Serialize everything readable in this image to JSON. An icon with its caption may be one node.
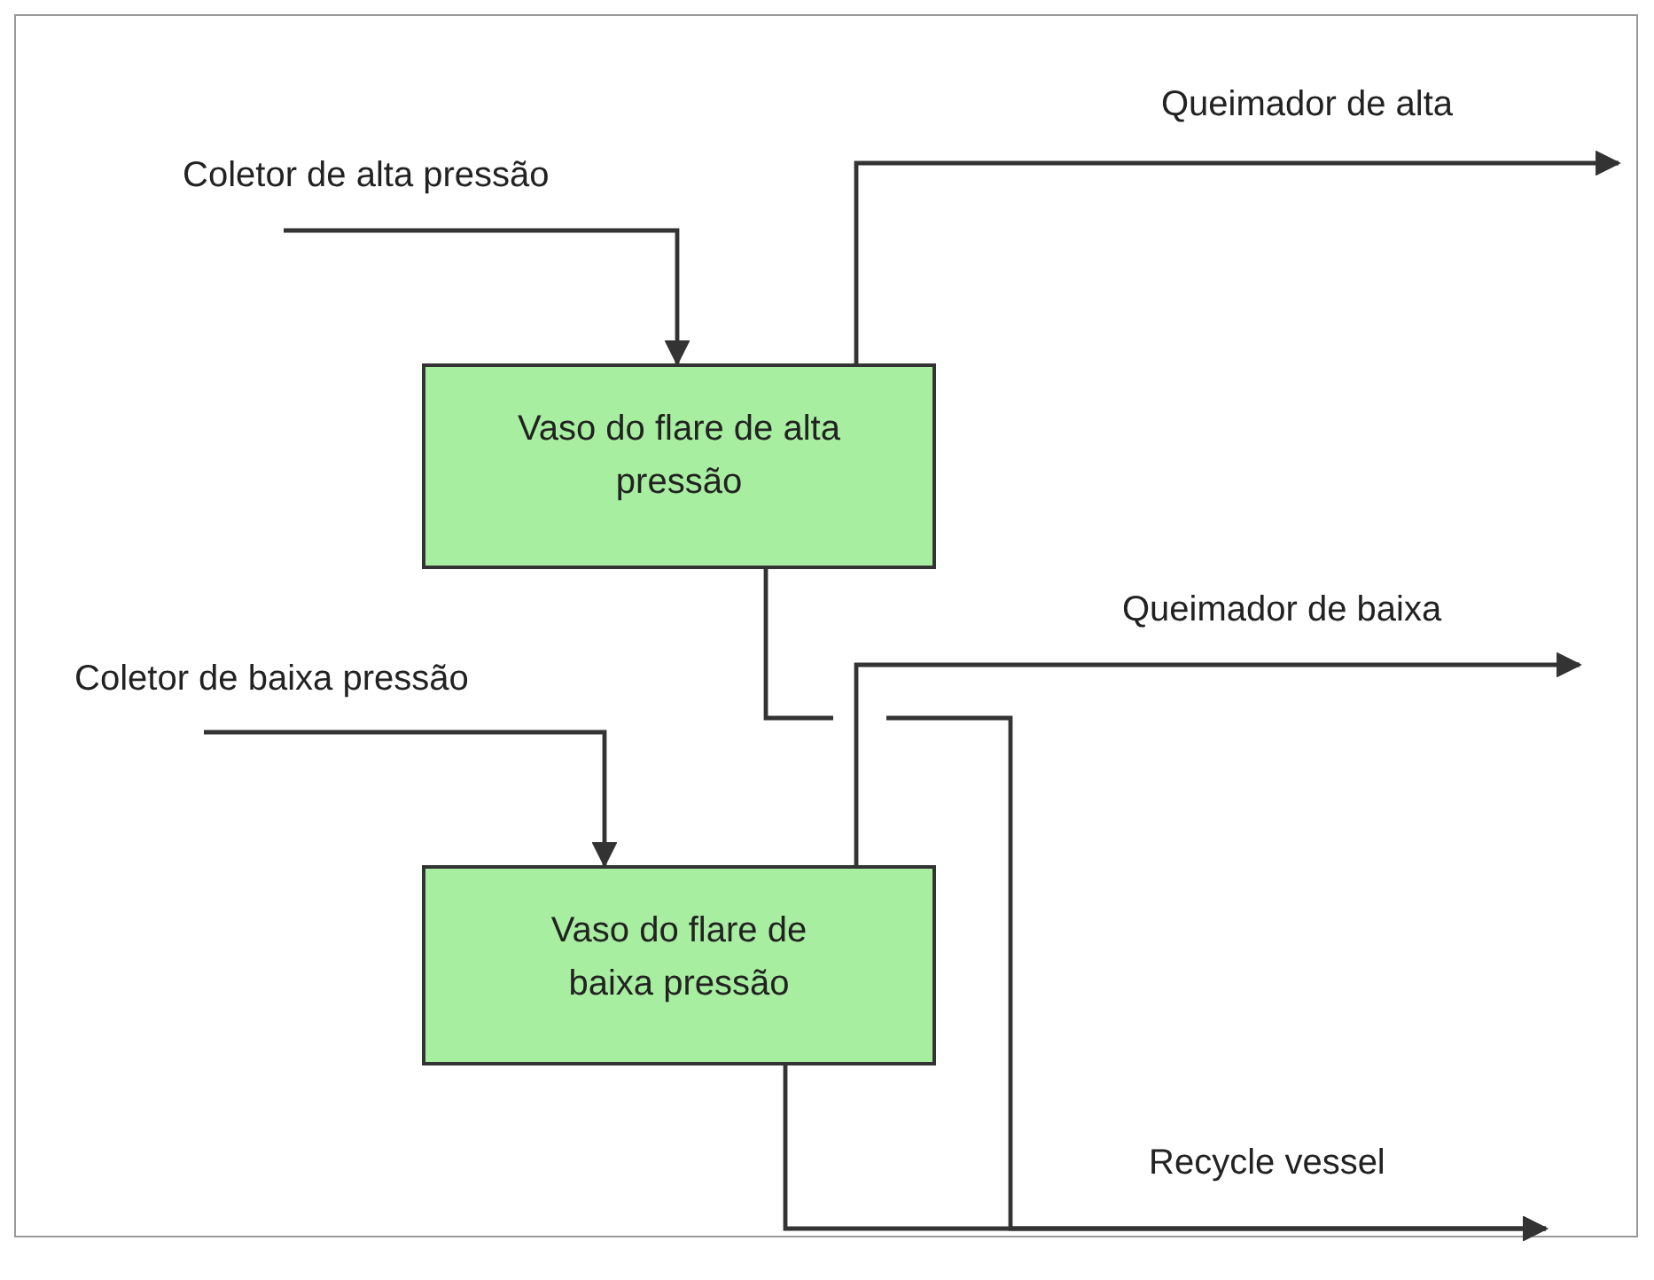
{
  "diagram": {
    "nodes": [
      {
        "text": [
          "Coletor de alta pressão"
        ]
      },
      {
        "text": [
          "Queimador de alta"
        ]
      },
      {
        "text": [
          "Vaso do flare de alta pressão"
        ]
      },
      {
        "text": [
          "Queimador de baixa"
        ]
      },
      {
        "text": [
          "Coletor de baixa pressão"
        ]
      },
      {
        "text": [
          "Vaso do flare de baixa pressão"
        ]
      },
      {
        "text": [
          "Recycle vessel"
        ]
      }
    ],
    "edges": [
      {
        "from": 0,
        "to": 2,
        "arrow": "to"
      },
      {
        "from": 2,
        "to": 1,
        "arrow": "to"
      },
      {
        "from": 2,
        "to": 6,
        "arrow": "to"
      },
      {
        "from": 4,
        "to": 5,
        "arrow": "to"
      },
      {
        "from": 5,
        "to": 3,
        "arrow": "to"
      },
      {
        "from": 5,
        "to": 6,
        "arrow": "to"
      }
    ]
  }
}
